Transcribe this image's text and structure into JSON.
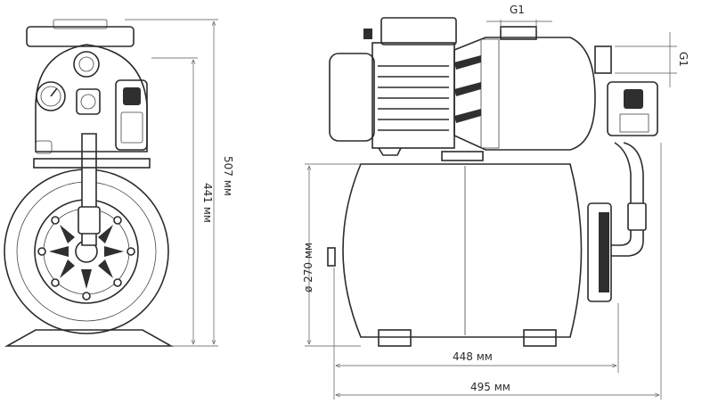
{
  "drawing": {
    "dimensions": {
      "total_height": "507 мм",
      "tank_height": "441 мм",
      "tank_diameter": "ø 270 мм",
      "tank_length": "448 мм",
      "total_length": "495 мм",
      "inlet_thread": "G1",
      "outlet_thread": "G1"
    },
    "colors": {
      "line": "#2b2b2b",
      "dimension": "#555555",
      "fill_dark": "#2f2f2f"
    }
  }
}
